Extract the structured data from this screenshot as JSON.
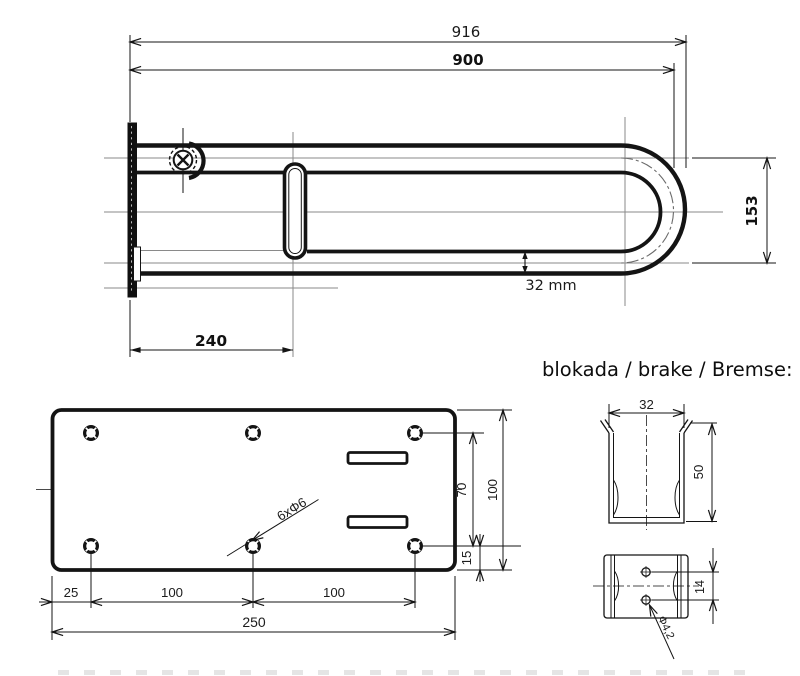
{
  "page": {
    "background": "#ffffff",
    "line_color": "#141414",
    "construction_color": "#8a8a8a"
  },
  "plan_view": {
    "dim_overall_length": "916",
    "dim_axis_length": "900",
    "dim_height": "153",
    "dim_tube_diameter": "32 mm",
    "dim_hinge_offset": "240"
  },
  "plate_view": {
    "dim_edge_offset": "25",
    "dim_hole_pitch_1": "100",
    "dim_hole_pitch_2": "100",
    "dim_plate_length": "250",
    "dim_hole_rows": "70",
    "dim_plate_width": "100",
    "dim_bottom_offset": "15",
    "holes_note": "6xΦ6"
  },
  "brake_views": {
    "title": "blokada / brake / Bremse:",
    "dim_clip_width": "32",
    "dim_clip_height": "50",
    "dim_hole_pitch": "14",
    "hole_diameter_note": "Φ4,2"
  }
}
